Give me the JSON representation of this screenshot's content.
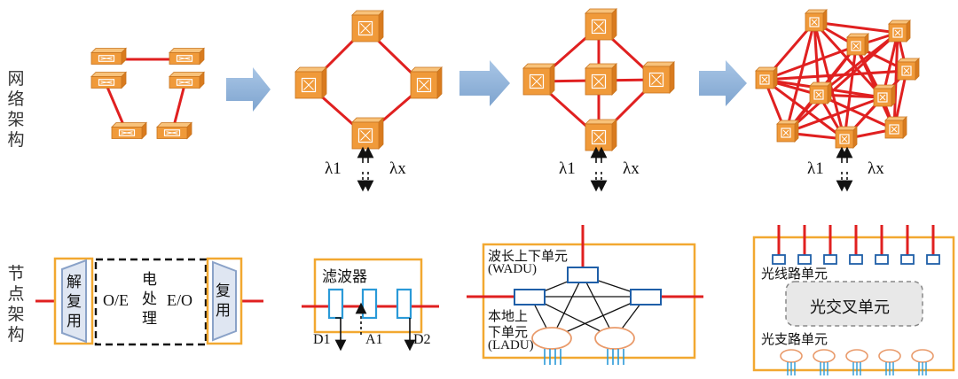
{
  "row_labels": {
    "network": "网络架构",
    "node": "节点架构"
  },
  "wavelength": {
    "first": "λ1",
    "last": "λx"
  },
  "node_oeo": {
    "demux": "解复用",
    "oe": "O/E",
    "processing": "电处理",
    "eo": "E/O",
    "mux": "复用"
  },
  "node_filter": {
    "title": "滤波器",
    "drop1": "D1",
    "add1": "A1",
    "drop2": "D2"
  },
  "node_roadm": {
    "wadu": "波长上下单元",
    "wadu_abbr": "(WADU)",
    "local_1": "本地上",
    "local_2": "下单元",
    "ladu_abbr": "(LADU)"
  },
  "node_oxc": {
    "line": "光线路单元",
    "cross": "光交叉单元",
    "branch": "光支路单元"
  },
  "colors": {
    "link": "#e02020",
    "node": "#f09a3a",
    "box_outline": "#f2a830",
    "filter": "#2a9ad8",
    "arrow": "#8fb4d9"
  }
}
